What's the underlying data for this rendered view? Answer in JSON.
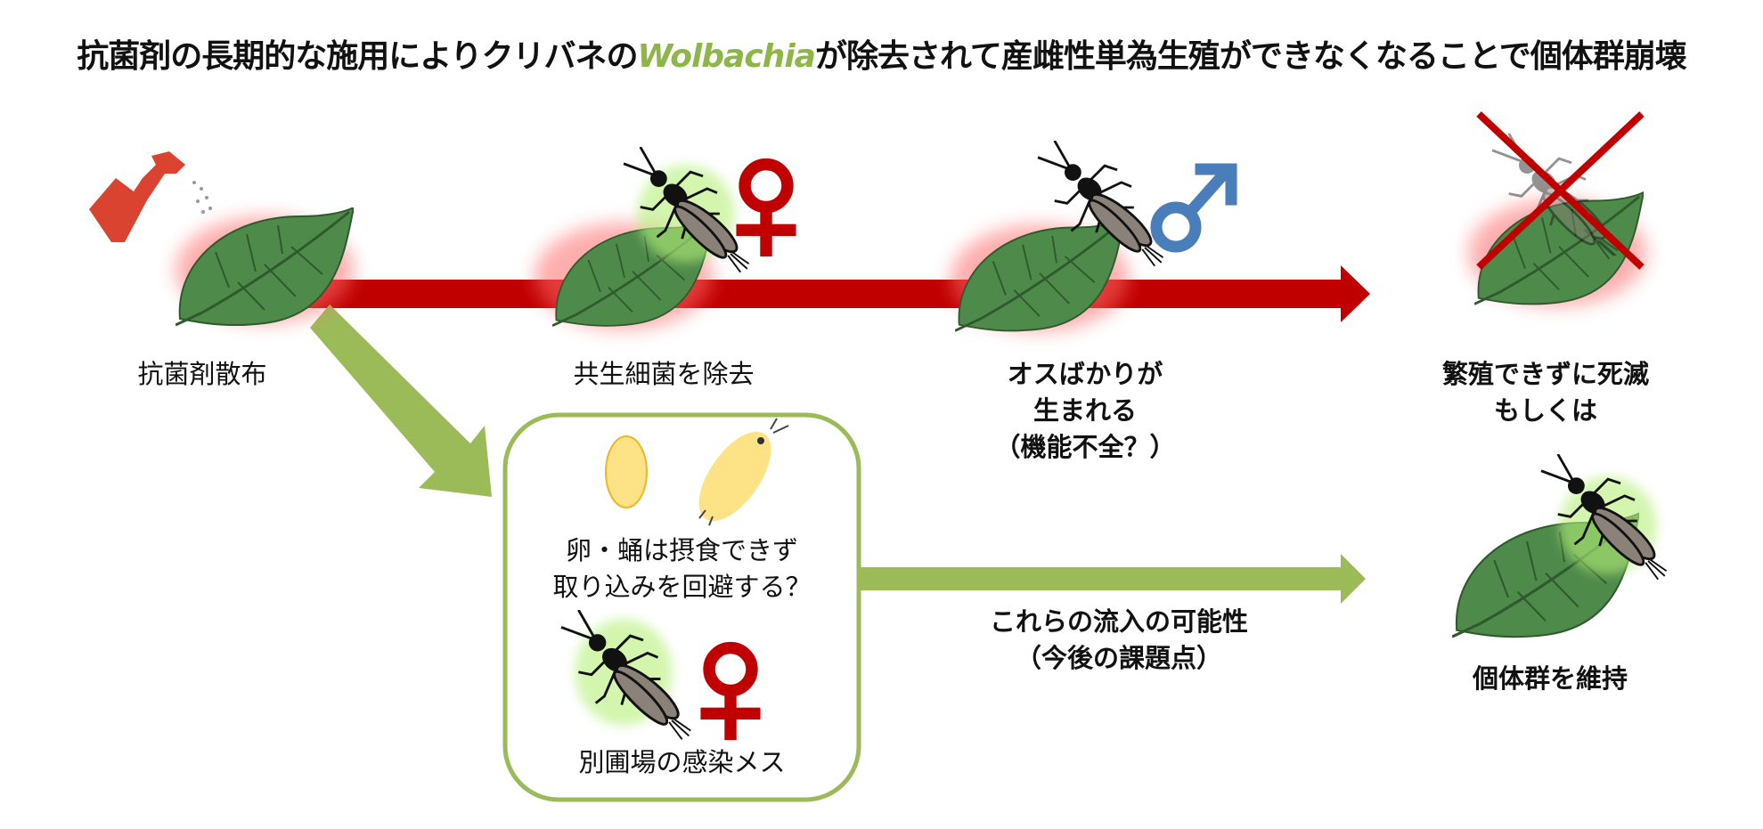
{
  "title": {
    "before": "抗菌剤の長期的な施用によりクリバネの",
    "italic": "Wolbachia",
    "after": "が除去されて産雌性単為生殖ができなくなることで個体群崩壊"
  },
  "colors": {
    "red": "#c00000",
    "green": "#9bbb59",
    "leaf": "#4e8a4a",
    "male": "#4a7ebb",
    "wolbachia": "#8db548"
  },
  "steps": [
    {
      "label": "抗菌剤散布"
    },
    {
      "label": "共生細菌を除去"
    },
    {
      "label_lines": [
        "オスばかりが",
        "生まれる",
        "（機能不全？）"
      ]
    },
    {
      "label_lines": [
        "繁殖できずに死滅",
        "もしくは"
      ]
    }
  ],
  "box": {
    "line1": "卵・蛹は摂食できず",
    "line2": "取り込みを回避する？",
    "caption": "別圃場の感染メス"
  },
  "inflow": {
    "line1": "これらの流入の可能性",
    "line2": "（今後の課題点）"
  },
  "outcome": {
    "label": "個体群を維持"
  }
}
